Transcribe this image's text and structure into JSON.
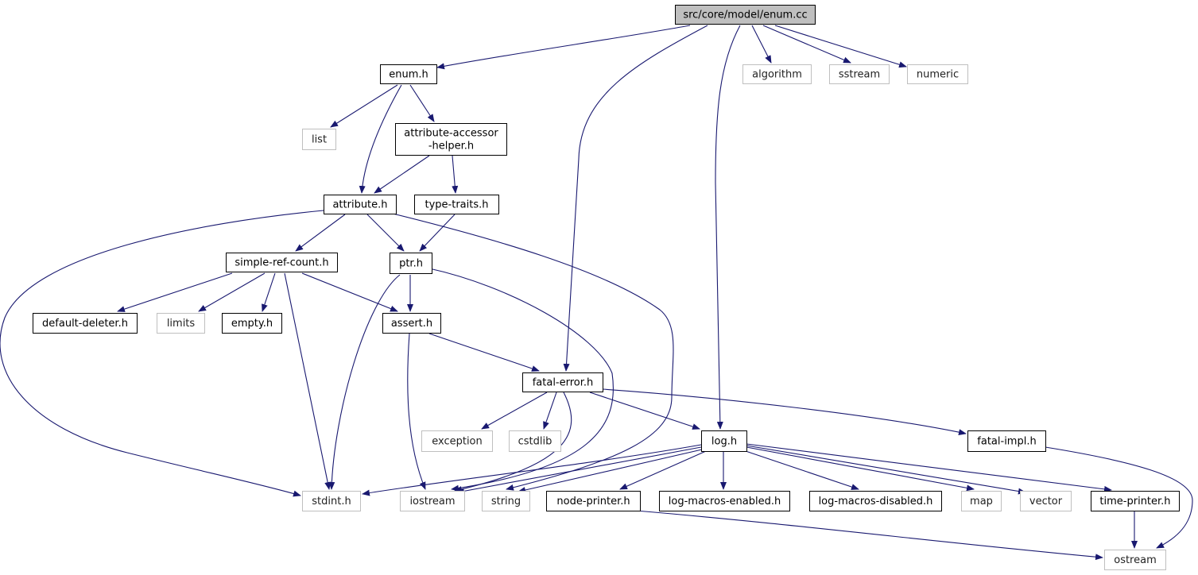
{
  "colors": {
    "edge": "#191970",
    "root_fill": "#bfbfbf",
    "project_border": "#000000",
    "system_border": "#bfbfbf",
    "background": "#ffffff"
  },
  "nodes": [
    {
      "id": "enum_cc",
      "label": "src/core/model/enum.cc",
      "kind": "root"
    },
    {
      "id": "enum_h",
      "label": "enum.h",
      "kind": "project"
    },
    {
      "id": "algorithm",
      "label": "algorithm",
      "kind": "system"
    },
    {
      "id": "sstream",
      "label": "sstream",
      "kind": "system"
    },
    {
      "id": "numeric",
      "label": "numeric",
      "kind": "system"
    },
    {
      "id": "list",
      "label": "list",
      "kind": "system"
    },
    {
      "id": "aah",
      "label": "attribute-accessor\n-helper.h",
      "kind": "project"
    },
    {
      "id": "attribute_h",
      "label": "attribute.h",
      "kind": "project"
    },
    {
      "id": "type_traits",
      "label": "type-traits.h",
      "kind": "project"
    },
    {
      "id": "src",
      "label": "simple-ref-count.h",
      "kind": "project"
    },
    {
      "id": "ptr_h",
      "label": "ptr.h",
      "kind": "project"
    },
    {
      "id": "default_deleter",
      "label": "default-deleter.h",
      "kind": "project"
    },
    {
      "id": "limits",
      "label": "limits",
      "kind": "system"
    },
    {
      "id": "empty_h",
      "label": "empty.h",
      "kind": "project"
    },
    {
      "id": "assert_h",
      "label": "assert.h",
      "kind": "project"
    },
    {
      "id": "fatal_error",
      "label": "fatal-error.h",
      "kind": "project"
    },
    {
      "id": "exception",
      "label": "exception",
      "kind": "system"
    },
    {
      "id": "cstdlib",
      "label": "cstdlib",
      "kind": "system"
    },
    {
      "id": "log_h",
      "label": "log.h",
      "kind": "project"
    },
    {
      "id": "fatal_impl",
      "label": "fatal-impl.h",
      "kind": "project"
    },
    {
      "id": "stdint",
      "label": "stdint.h",
      "kind": "system"
    },
    {
      "id": "iostream",
      "label": "iostream",
      "kind": "system"
    },
    {
      "id": "string",
      "label": "string",
      "kind": "system"
    },
    {
      "id": "node_printer",
      "label": "node-printer.h",
      "kind": "project"
    },
    {
      "id": "lme",
      "label": "log-macros-enabled.h",
      "kind": "project"
    },
    {
      "id": "lmd",
      "label": "log-macros-disabled.h",
      "kind": "project"
    },
    {
      "id": "map",
      "label": "map",
      "kind": "system"
    },
    {
      "id": "vector",
      "label": "vector",
      "kind": "system"
    },
    {
      "id": "time_printer",
      "label": "time-printer.h",
      "kind": "project"
    },
    {
      "id": "ostream",
      "label": "ostream",
      "kind": "system"
    }
  ],
  "edges": [
    {
      "from": "enum_cc",
      "to": "enum_h"
    },
    {
      "from": "enum_cc",
      "to": "fatal_error"
    },
    {
      "from": "enum_cc",
      "to": "log_h"
    },
    {
      "from": "enum_cc",
      "to": "algorithm"
    },
    {
      "from": "enum_cc",
      "to": "sstream"
    },
    {
      "from": "enum_cc",
      "to": "numeric"
    },
    {
      "from": "enum_h",
      "to": "list"
    },
    {
      "from": "enum_h",
      "to": "attribute_h"
    },
    {
      "from": "enum_h",
      "to": "aah"
    },
    {
      "from": "aah",
      "to": "attribute_h"
    },
    {
      "from": "aah",
      "to": "type_traits"
    },
    {
      "from": "attribute_h",
      "to": "stdint"
    },
    {
      "from": "attribute_h",
      "to": "src"
    },
    {
      "from": "attribute_h",
      "to": "ptr_h"
    },
    {
      "from": "attribute_h",
      "to": "string"
    },
    {
      "from": "type_traits",
      "to": "ptr_h"
    },
    {
      "from": "src",
      "to": "default_deleter"
    },
    {
      "from": "src",
      "to": "limits"
    },
    {
      "from": "src",
      "to": "empty_h"
    },
    {
      "from": "src",
      "to": "assert_h"
    },
    {
      "from": "src",
      "to": "stdint"
    },
    {
      "from": "ptr_h",
      "to": "assert_h"
    },
    {
      "from": "ptr_h",
      "to": "stdint"
    },
    {
      "from": "ptr_h",
      "to": "iostream"
    },
    {
      "from": "assert_h",
      "to": "fatal_error"
    },
    {
      "from": "assert_h",
      "to": "iostream"
    },
    {
      "from": "fatal_error",
      "to": "exception"
    },
    {
      "from": "fatal_error",
      "to": "cstdlib"
    },
    {
      "from": "fatal_error",
      "to": "iostream"
    },
    {
      "from": "fatal_error",
      "to": "log_h"
    },
    {
      "from": "fatal_error",
      "to": "fatal_impl"
    },
    {
      "from": "log_h",
      "to": "stdint"
    },
    {
      "from": "log_h",
      "to": "iostream"
    },
    {
      "from": "log_h",
      "to": "string"
    },
    {
      "from": "log_h",
      "to": "node_printer"
    },
    {
      "from": "log_h",
      "to": "lme"
    },
    {
      "from": "log_h",
      "to": "lmd"
    },
    {
      "from": "log_h",
      "to": "map"
    },
    {
      "from": "log_h",
      "to": "vector"
    },
    {
      "from": "log_h",
      "to": "time_printer"
    },
    {
      "from": "fatal_impl",
      "to": "ostream"
    },
    {
      "from": "node_printer",
      "to": "ostream"
    },
    {
      "from": "time_printer",
      "to": "ostream"
    }
  ]
}
